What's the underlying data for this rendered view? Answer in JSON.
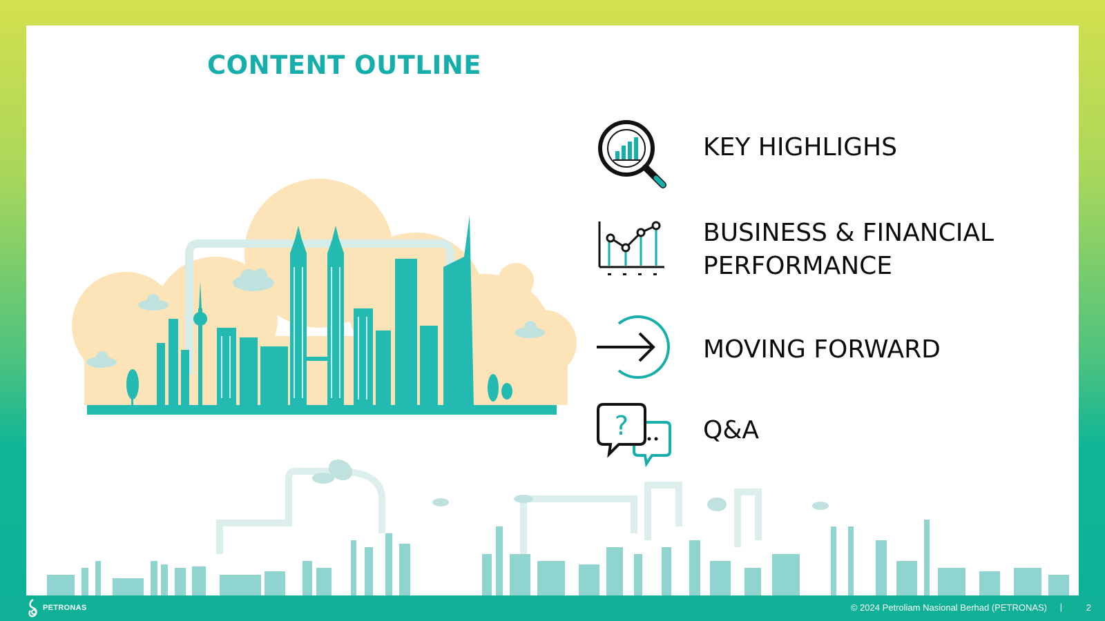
{
  "slide": {
    "title": "CONTENT OUTLINE",
    "outline": [
      {
        "label": "KEY HIGHLIGHS",
        "icon": "magnifier-chart-icon"
      },
      {
        "label": "BUSINESS & FINANCIAL PERFORMANCE",
        "icon": "line-chart-icon"
      },
      {
        "label": "MOVING FORWARD",
        "icon": "arrow-right-circle-icon"
      },
      {
        "label": "Q&A",
        "icon": "question-chat-icon"
      }
    ]
  },
  "footer": {
    "logo_text": "PETRONAS",
    "copyright": "© 2024 Petroliam Nasional Berhad (PETRONAS)",
    "separator": "|",
    "page_number": "2"
  },
  "colors": {
    "accent": "#16aeaa",
    "teal_dark": "#1fbab0",
    "peach": "#fde4b8",
    "footer": "#0fb096"
  }
}
